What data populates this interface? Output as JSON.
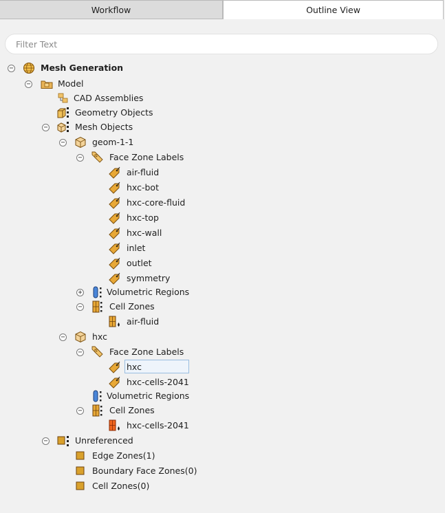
{
  "tabs": {
    "workflow": "Workflow",
    "outline": "Outline View"
  },
  "filter": {
    "placeholder": "Filter Text",
    "value": ""
  },
  "tree": {
    "mesh_generation": "Mesh Generation",
    "model": "Model",
    "cad_assemblies": "CAD Assemblies",
    "geometry_objects": "Geometry Objects",
    "mesh_objects": "Mesh Objects",
    "geom": {
      "name": "geom-1-1",
      "face_zone_labels": "Face Zone Labels",
      "labels": [
        "air-fluid",
        "hxc-bot",
        "hxc-core-fluid",
        "hxc-top",
        "hxc-wall",
        "inlet",
        "outlet",
        "symmetry"
      ],
      "volumetric_regions": "Volumetric Regions",
      "cell_zones": "Cell Zones",
      "cell_zone_items": [
        "air-fluid"
      ]
    },
    "hxc": {
      "name": "hxc",
      "face_zone_labels": "Face Zone Labels",
      "labels": [
        "hxc",
        "hxc-cells-2041"
      ],
      "volumetric_regions": "Volumetric Regions",
      "cell_zones": "Cell Zones",
      "cell_zone_items": [
        "hxc-cells-2041"
      ]
    },
    "unreferenced": "Unreferenced",
    "unreferenced_items": [
      "Edge Zones(1)",
      "Boundary Face Zones(0)",
      "Cell Zones(0)"
    ]
  },
  "colors": {
    "accent_gold": "#c8941e",
    "selection_bg": "#eef4fb",
    "selection_border": "#99bde0"
  }
}
